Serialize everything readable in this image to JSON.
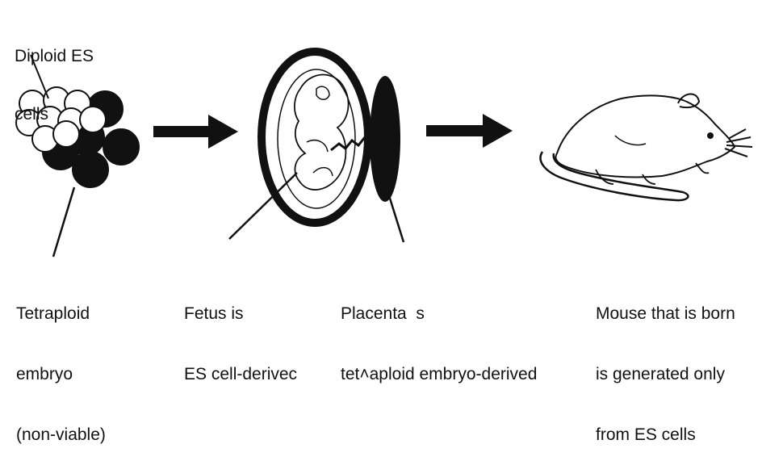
{
  "labels": {
    "diploid": [
      "Diploid ES",
      "cells"
    ],
    "tetraploid": [
      "Tetraploid",
      "embryo",
      "(non-viable)"
    ],
    "fetus": [
      "Fetus is",
      "ES cell-derivec"
    ],
    "placenta": [
      "Placenta  s",
      "tet˄aploid embryo-derived"
    ],
    "mouse": [
      "Mouse that is born",
      "is generated only",
      "from ES cells"
    ]
  },
  "icons": [
    "cell-cluster-icon",
    "arrow-right-icon",
    "embryo-in-egg-icon",
    "placenta-icon",
    "mouse-icon"
  ],
  "colors": {
    "ink": "#111111",
    "paper": "#ffffff"
  }
}
